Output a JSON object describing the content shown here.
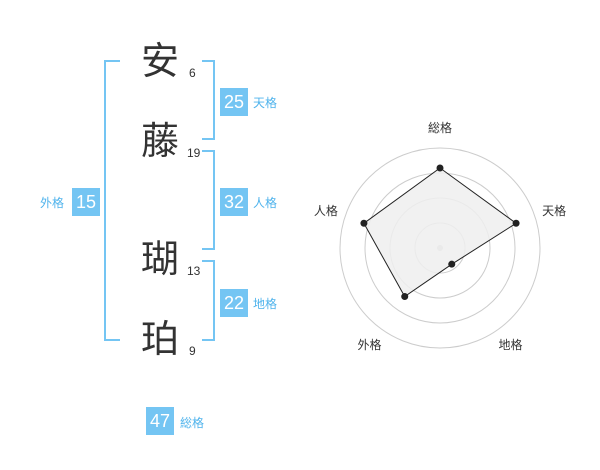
{
  "name": {
    "chars": [
      {
        "char": "安",
        "strokes": "6"
      },
      {
        "char": "藤",
        "strokes": "19"
      },
      {
        "char": "瑚",
        "strokes": "13"
      },
      {
        "char": "珀",
        "strokes": "9"
      }
    ]
  },
  "fortunes": {
    "tenkaku": {
      "label": "天格",
      "value": "25"
    },
    "jinkaku": {
      "label": "人格",
      "value": "32"
    },
    "chikaku": {
      "label": "地格",
      "value": "22"
    },
    "gaikaku": {
      "label": "外格",
      "value": "15"
    },
    "soukaku": {
      "label": "総格",
      "value": "47"
    }
  },
  "chart_data": {
    "type": "radar",
    "axes": [
      "総格",
      "天格",
      "地格",
      "外格",
      "人格"
    ],
    "values": [
      4,
      4,
      1,
      3,
      4
    ],
    "max": 5,
    "rings": 4,
    "colors": {
      "fill": "#efefef",
      "line": "#222222",
      "ring": "#cccccc",
      "accent": "#74c5f3"
    }
  }
}
